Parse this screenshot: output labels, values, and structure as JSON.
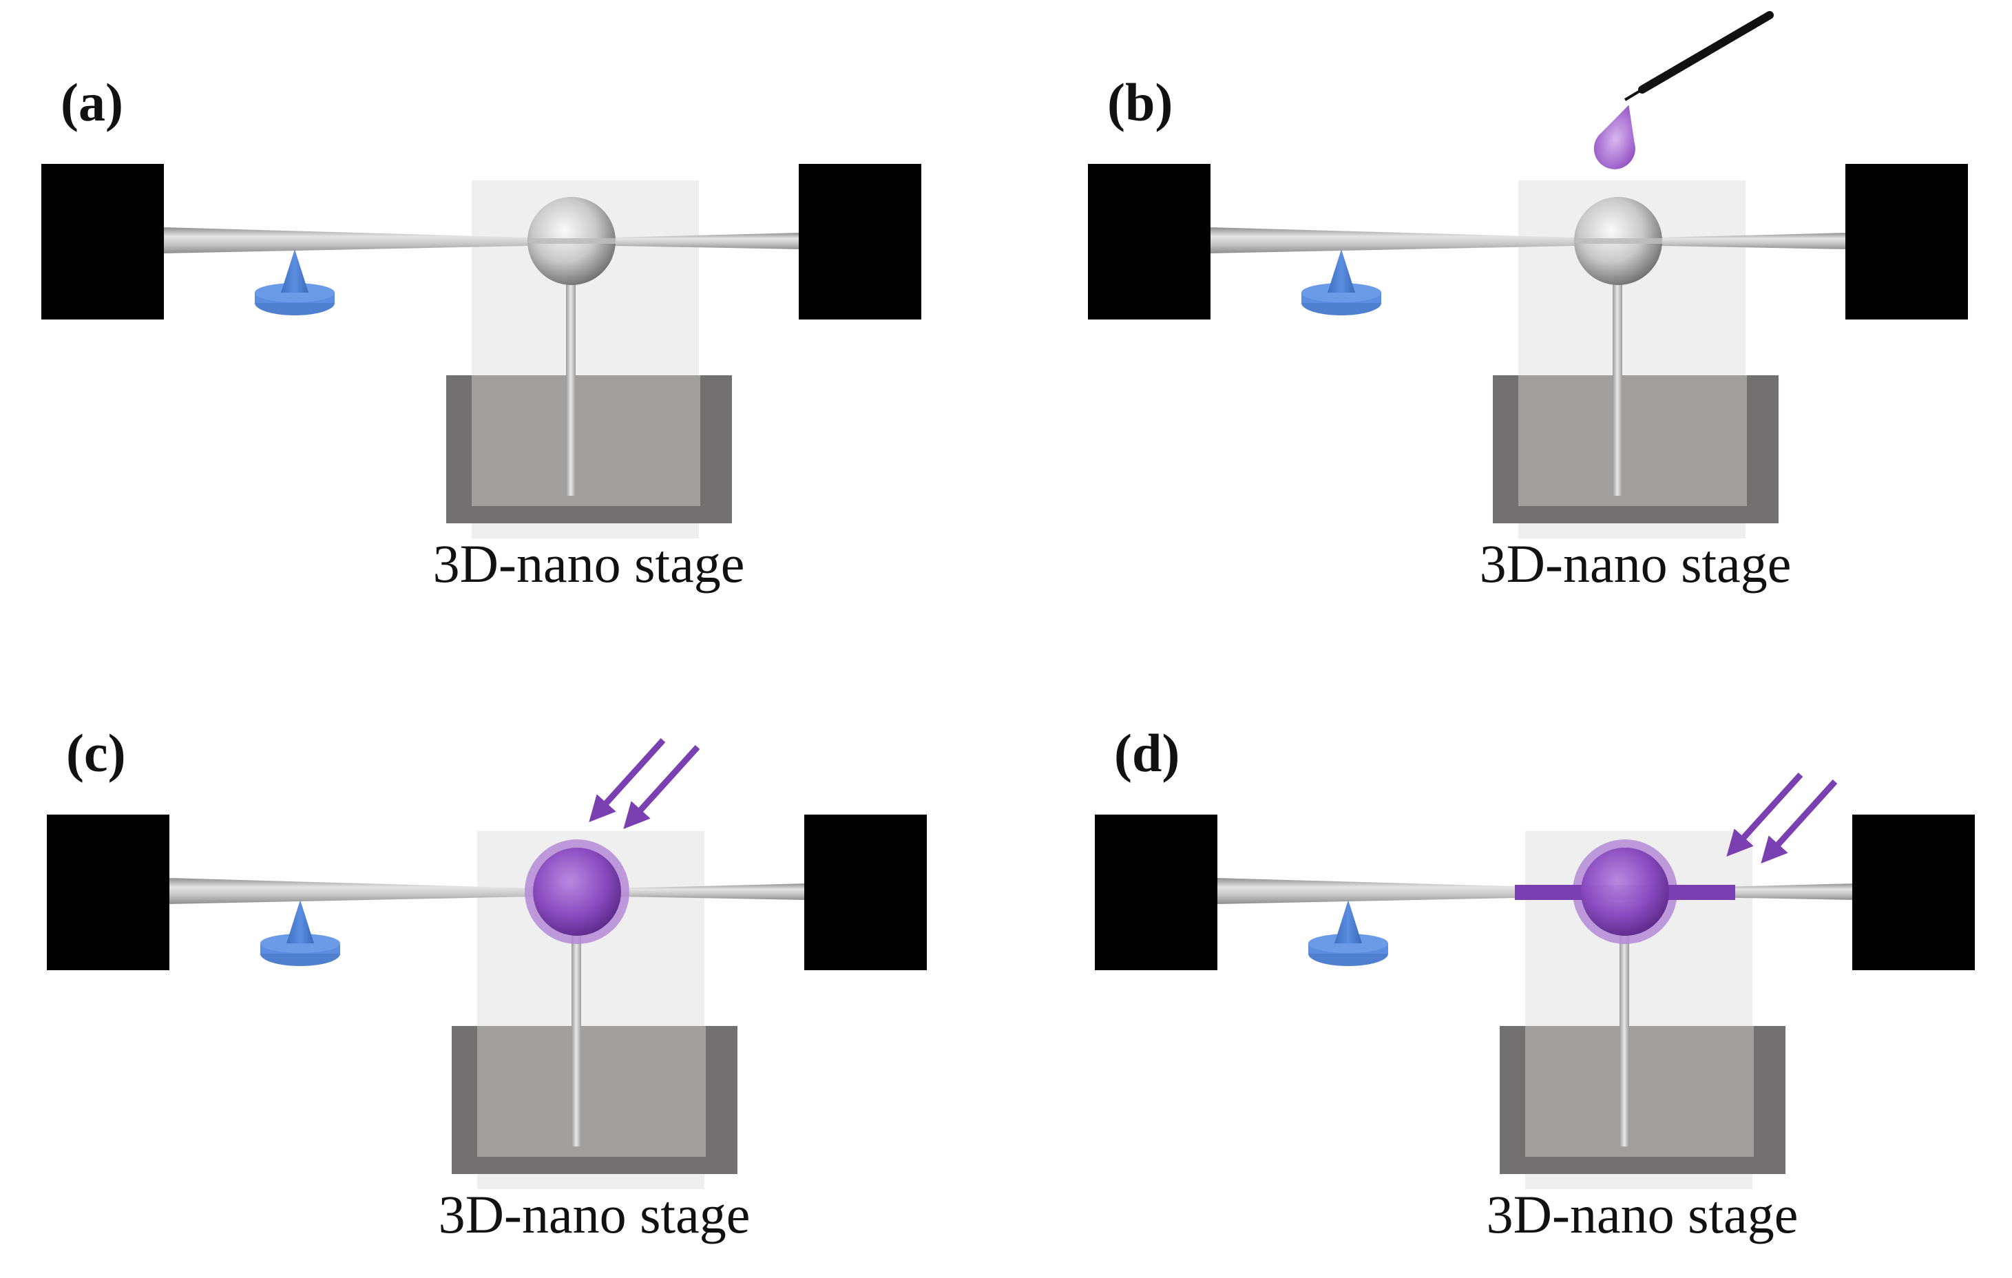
{
  "figure": {
    "stage_label": "3D-nano stage",
    "colors": {
      "clamp": "#000000",
      "fiber_light": "#e2e2e2",
      "fiber_mid": "#bdbdbd",
      "fiber_dark": "#8e8e8e",
      "sphere_highlight": "#f4f4f4",
      "sphere_shadow": "#6e6e6e",
      "stage_outer": "#727070",
      "stage_inner": "#a19e9e",
      "backdrop": "#efefef",
      "post": "#cfcfcf",
      "cone": "#4a7ed1",
      "cone_base": "#5c8de0",
      "purple": "#7a3fb0",
      "purple_light": "#b48ad8",
      "pipette": "#111111"
    },
    "panels": [
      {
        "id": "a",
        "label": "(a)",
        "state": "bare-sphere",
        "droplet": false,
        "uv_arrows": false,
        "coated_sphere": false,
        "coated_fiber": false
      },
      {
        "id": "b",
        "label": "(b)",
        "state": "droplet-dispensed",
        "droplet": true,
        "uv_arrows": false,
        "coated_sphere": false,
        "coated_fiber": false
      },
      {
        "id": "c",
        "label": "(c)",
        "state": "uv-curing-sphere",
        "droplet": false,
        "uv_arrows": true,
        "coated_sphere": true,
        "coated_fiber": false
      },
      {
        "id": "d",
        "label": "(d)",
        "state": "uv-curing-fiber",
        "droplet": false,
        "uv_arrows": true,
        "coated_sphere": true,
        "coated_fiber": true
      }
    ]
  }
}
